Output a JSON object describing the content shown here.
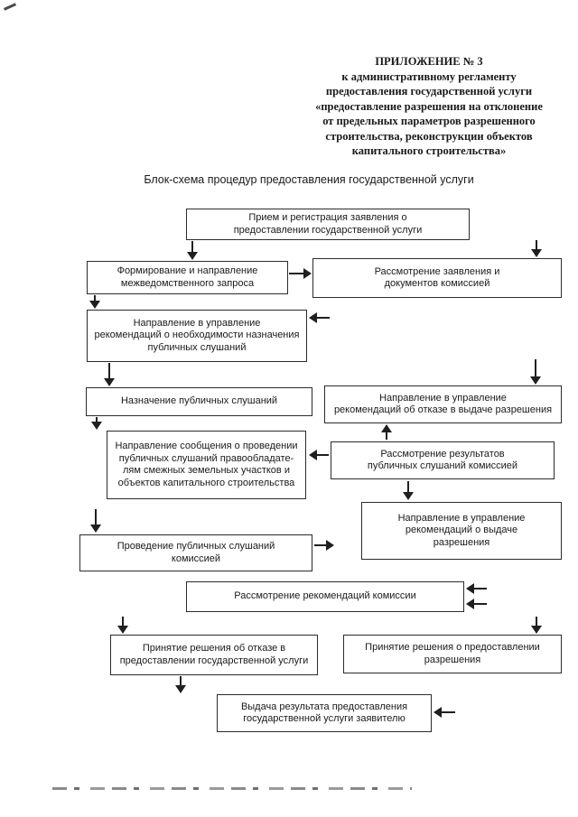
{
  "document": {
    "header_lines": [
      "ПРИЛОЖЕНИЕ № 3",
      "к административному регламенту",
      "предоставления государственной услуги",
      "«предоставление разрешения на отклонение",
      "от предельных параметров разрешенного",
      "строительства, реконструкции объектов",
      "капитального строительства»"
    ],
    "title": "Блок-схема процедур предоставления государственной услуги"
  },
  "nodes": {
    "reception": "Прием и регистрация заявления о\nпредоставлении государственной услуги",
    "interagency_request": "Формирование и направление\nмежведомственного запроса",
    "application_review": "Рассмотрение заявления и\nдокументов комиссией",
    "hearings_need_recommendation": "Направление в управление\nрекомендаций о необходимости назначения\nпубличных слушаний",
    "hearings_appointment": "Назначение публичных слушаний",
    "refusal_recommendation": "Направление в управление\nрекомендаций об отказе в выдаче разрешения",
    "hearings_notice": "Направление сообщения о проведении\nпубличных слушаний правообладате-\nлям смежных земельных участков и\nобъектов капитального строительства",
    "hearings_results_review": "Рассмотрение результатов\nпубличных слушаний комиссией",
    "issue_recommendation": "Направление в управление\nрекомендаций о выдаче\nразрешения",
    "hearings_conduct": "Проведение публичных слушаний\nкомиссией",
    "recommendations_review": "Рассмотрение рекомендаций комиссии",
    "refusal_decision": "Принятие решения об отказе в\nпредоставлении государственной услуги",
    "grant_decision": "Принятие решения о предоставлении\nразрешения",
    "result_delivery": "Выдача результата предоставления\nгосударственной услуги заявителю"
  }
}
